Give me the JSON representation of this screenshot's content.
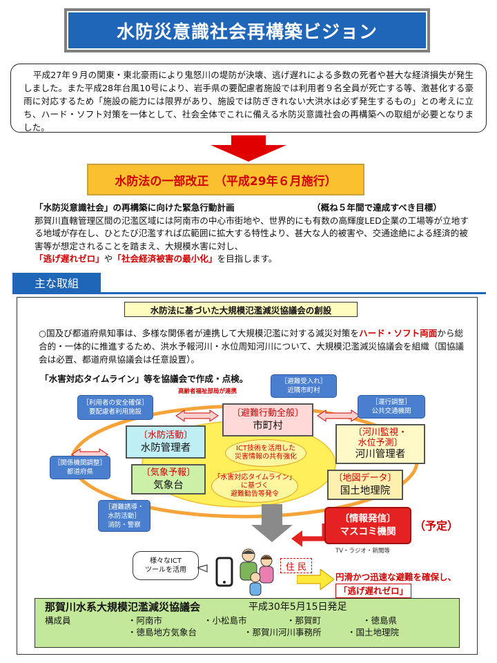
{
  "title": "水防災意識社会再構築ビジョン",
  "intro": "平成27年９月の関東・東北豪雨により鬼怒川の堤防が決壊、逃げ遅れによる多数の死者や甚大な経済損失が発生しました。また平成28年台風10号により、岩手県の要配慮者施設では利用者９名全員が死亡する等、激甚化する豪雨に対応するため「施設の能力には限界があり、施設では防ぎきれない大洪水は必ず発生するもの」との考えに立ち、ハード・ソフト対策を一体として、社会全体でこれに備える水防災意識社会の再構築への取組が必要となりました。",
  "amendment": "水防法の一部改正　（平成29年６月施行）",
  "plan": {
    "heading_left": "「水防災意識社会」の再構築に向けた緊急行動計画",
    "heading_right": "（概ね５年間で達成すべき目標）",
    "body": "那賀川直轄管理区間の氾濫区域には阿南市の中心市街地や、世界的にも有数の高輝度LED企業の工場等が立地する地域が存在し、ひとたび氾濫すれば広範囲に拡大する特性より、甚大な人的被害や、交通途絶による経済的被害等が想定されることを踏まえ、大規模水害に対し、",
    "goal1": "「逃げ遅れゼロ」",
    "joiner": "や",
    "goal2": "「社会経済被害の最小化」",
    "ending": "を目指します。"
  },
  "section_tab": "主な取組",
  "council": {
    "title": "水防法に基づいた大規模氾濫減災協議会の創設",
    "desc_pre": "○国及び都道府県知事は、多様な関係者が連携して大規模氾濫に対する減災対策を",
    "desc_red": "ハード・ソフト両面",
    "desc_post": "から総合的・一体的に推進するため、洪水予報河川・水位周知河川について、大規模氾濫減災協議会を組織（国協議会は必置、都道府県協議会は任意設置）。",
    "timeline_note": "「水害対応タイムライン」等を協議会で作成・点検。",
    "welfare_note": "高齢者福祉部局が連携"
  },
  "blue_boxes": {
    "user_safety": [
      "［利用者の安全確保］",
      "要配慮者利用施設"
    ],
    "evac_accept": [
      "［避難受入れ］",
      "近隣市町村"
    ],
    "transport": [
      "［運行調整］",
      "公共交通機関"
    ],
    "relations": [
      "［関係機関調整］",
      "都道府県"
    ],
    "evac_guide": [
      "［避難誘導・",
      "水防活動］",
      "消防・警察"
    ]
  },
  "orgs": {
    "city": {
      "role": "〔避難行動全般〕",
      "name": "市町村"
    },
    "flood_fighting": {
      "role": "〔水防活動〕",
      "name": "水防管理者"
    },
    "river": {
      "role": "〔河川監視・",
      "role2": "水位予測〕",
      "name": "河川管理者"
    },
    "weather": {
      "role": "〔気象予報〕",
      "name": "気象台"
    },
    "gsi": {
      "role": "〔地図データ〕",
      "name": "国土地理院"
    }
  },
  "center_labels": {
    "ict": [
      "ICT技術を活用した",
      "災害情報の共有強化"
    ],
    "timeline": [
      "「水害対応タイムライン」",
      "に基づく",
      "避難勧告等発令"
    ]
  },
  "media": {
    "role": "〔情報発信〕",
    "name": "マスコミ機関",
    "planned": "（予定）",
    "sub": "TV・ラジオ・新聞等"
  },
  "ict_bubble": [
    "様々なICT",
    "ツールを活用"
  ],
  "residents": "住 民",
  "evac_text": "円滑かつ迅速な避難を確保し、",
  "evac_goal": "「逃げ遅れゼロ」",
  "footer": {
    "name": "那賀川水系大規模氾濫減災協議会",
    "date": "平成30年5月15日発足",
    "members_label": "構成員",
    "members_row1": [
      "・阿南市",
      "・小松島市",
      "・那賀町",
      "・徳島県"
    ],
    "members_row2": [
      "・徳島地方気象台",
      "・那賀川河川事務所",
      "・国土地理院"
    ]
  },
  "colors": {
    "title_blue": "#1f65b8",
    "accent_red": "#d10000",
    "amend_yellow": "#fbc02d",
    "footer_green": "#c4e89a"
  }
}
